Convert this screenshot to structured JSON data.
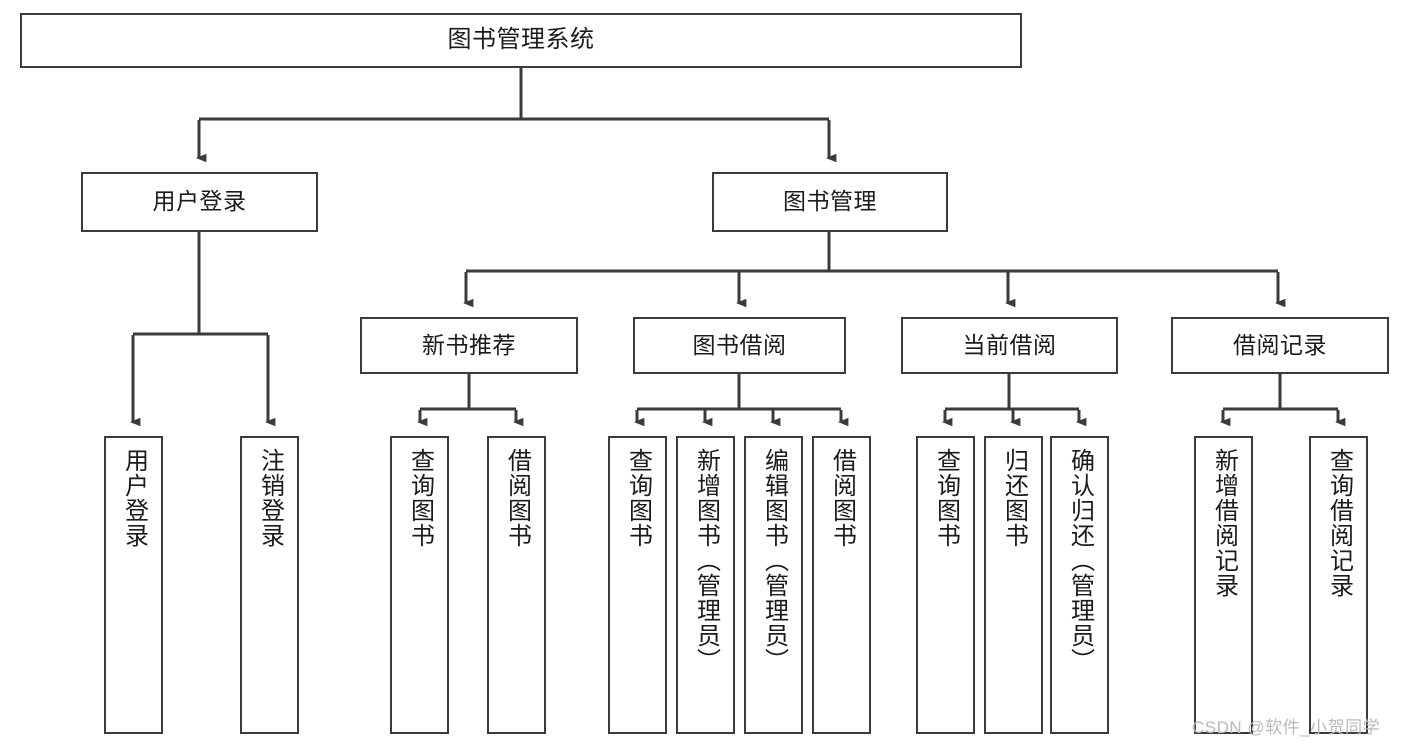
{
  "diagram": {
    "title": "图书管理系统",
    "type": "tree-hierarchy-chart",
    "orientation": "top-down",
    "colors": {
      "box_border": "#3b3b3b",
      "box_fill": "#ffffff",
      "edge": "#3b3b3b",
      "text": "#1b1b1b",
      "watermark": "#b9b9b9",
      "canvas": "#ffffff"
    },
    "root": {
      "label": "图书管理系统"
    },
    "level2": [
      {
        "label": "用户登录"
      },
      {
        "label": "图书管理"
      }
    ],
    "level3": [
      {
        "label": "新书推荐"
      },
      {
        "label": "图书借阅"
      },
      {
        "label": "当前借阅"
      },
      {
        "label": "借阅记录"
      }
    ],
    "leaves": {
      "user_login": [
        {
          "label": "用户登录"
        },
        {
          "label": "注销登录"
        }
      ],
      "new_book_recommend": [
        {
          "label": "查询图书"
        },
        {
          "label": "借阅图书"
        }
      ],
      "book_borrow": [
        {
          "label": "查询图书"
        },
        {
          "label": "新增图书（管理员）"
        },
        {
          "label": "编辑图书（管理员）"
        },
        {
          "label": "借阅图书"
        }
      ],
      "current_borrow": [
        {
          "label": "查询图书"
        },
        {
          "label": "归还图书"
        },
        {
          "label": "确认归还（管理员）"
        }
      ],
      "borrow_record": [
        {
          "label": "新增借阅记录"
        },
        {
          "label": "查询借阅记录"
        }
      ]
    },
    "watermark": "CSDN @软件_小贺同学"
  }
}
